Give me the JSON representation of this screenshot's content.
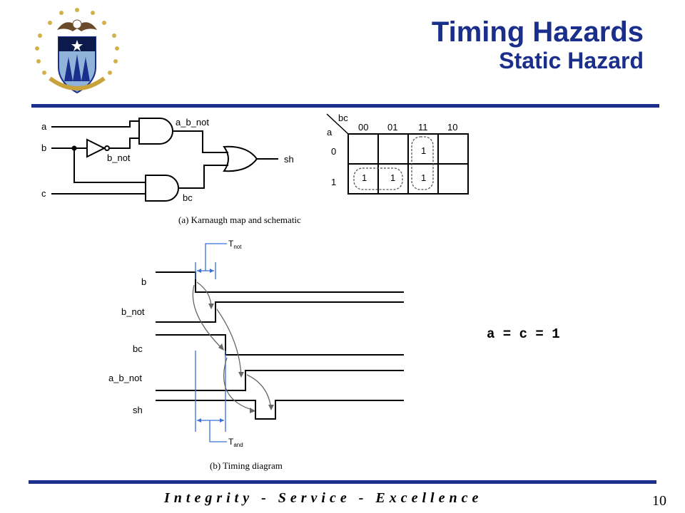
{
  "slide": {
    "title": "Timing Hazards",
    "subtitle": "Static Hazard",
    "footer": "Integrity - Service - Excellence",
    "page_number": "10",
    "equation": "a = c = 1"
  },
  "schematic": {
    "inputs": [
      "a",
      "b",
      "c"
    ],
    "labels": {
      "b_not": "b_not",
      "a_b_not": "a_b_not",
      "bc": "bc",
      "output": "sh"
    },
    "caption": "(a) Karnaugh map and schematic"
  },
  "kmap": {
    "col_var": "bc",
    "row_var": "a",
    "col_headers": [
      "00",
      "01",
      "11",
      "10"
    ],
    "row_headers": [
      "0",
      "1"
    ],
    "cells": [
      [
        "",
        "",
        "1",
        ""
      ],
      [
        "1",
        "1",
        "1",
        ""
      ]
    ]
  },
  "timing": {
    "signals": [
      "b",
      "b_not",
      "bc",
      "a_b_not",
      "sh"
    ],
    "t_not_label": {
      "main": "T",
      "sub": "not"
    },
    "t_and_label": {
      "main": "T",
      "sub": "and"
    },
    "caption": "(b) Timing diagram"
  }
}
